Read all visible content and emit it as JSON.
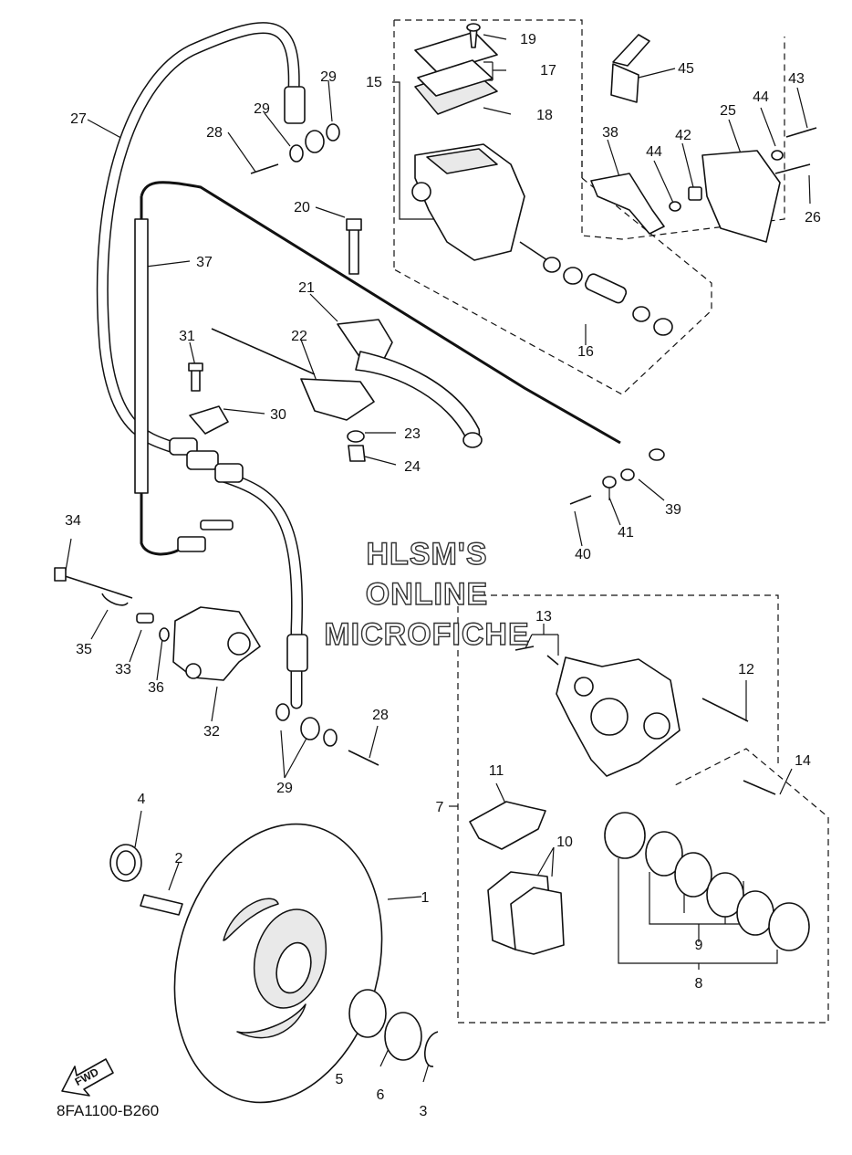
{
  "watermark": {
    "line1": "HLSM'S",
    "line2": "ONLINE",
    "line3": "MICROFICHE"
  },
  "diagram_code": "8FA1100-B260",
  "fwd_label": "FWD",
  "callouts": [
    "1",
    "2",
    "3",
    "4",
    "5",
    "6",
    "7",
    "8",
    "9",
    "10",
    "11",
    "12",
    "13",
    "14",
    "15",
    "16",
    "17",
    "18",
    "19",
    "20",
    "21",
    "22",
    "23",
    "24",
    "25",
    "26",
    "27",
    "28",
    "28",
    "29",
    "29",
    "29",
    "30",
    "31",
    "32",
    "33",
    "34",
    "35",
    "36",
    "37",
    "38",
    "39",
    "40",
    "41",
    "42",
    "43",
    "44",
    "44",
    "45"
  ]
}
